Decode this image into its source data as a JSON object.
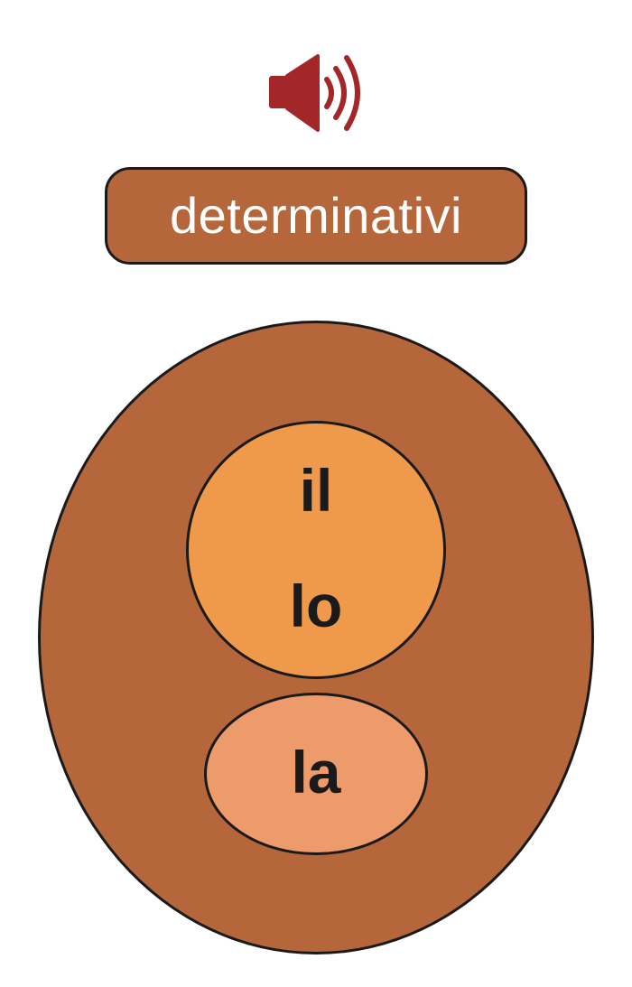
{
  "audio": {
    "icon": "speaker-volume-icon",
    "color": "#a32628"
  },
  "title": {
    "label": "determinativi",
    "fill_color": "#b5673b"
  },
  "diagram": {
    "outer_color": "#b5673b",
    "inner_circle": {
      "color": "#ef9a4a",
      "articles": [
        "il",
        "lo"
      ]
    },
    "inner_oval": {
      "color": "#ed9b6b",
      "articles": [
        "la"
      ]
    }
  }
}
